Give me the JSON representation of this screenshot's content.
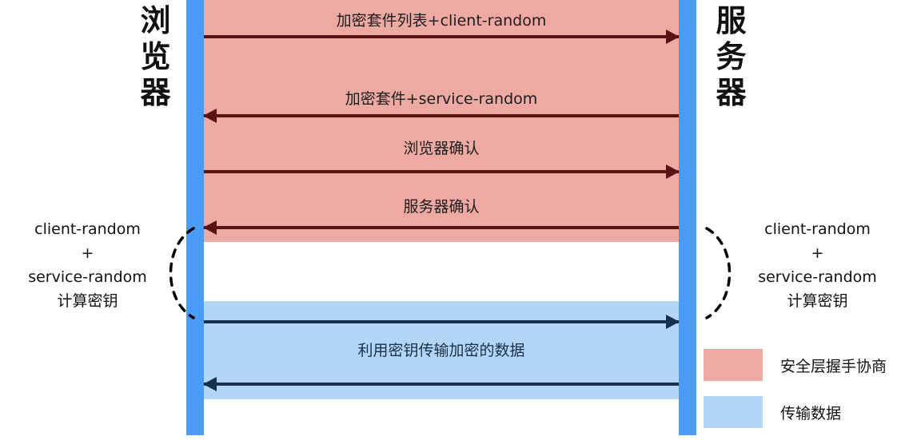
{
  "diagram": {
    "title": "HTTPS / TLS handshake sequence diagram",
    "parties": {
      "left": "浏览器",
      "right": "服务器"
    },
    "bands": [
      {
        "key": "handshake",
        "color": "#eda9a2",
        "label": "安全层握手协商"
      },
      {
        "key": "transfer",
        "color": "#b3d6f7",
        "label": "传输数据"
      }
    ],
    "lifeline_color": "#4b9cf7",
    "messages": [
      {
        "id": "m1",
        "text": "加密套件列表+client-random",
        "direction": "right",
        "phase": "handshake"
      },
      {
        "id": "m2",
        "text": "加密套件+service-random",
        "direction": "left",
        "phase": "handshake"
      },
      {
        "id": "m3",
        "text": "浏览器确认",
        "direction": "right",
        "phase": "handshake"
      },
      {
        "id": "m4",
        "text": "服务器确认",
        "direction": "left",
        "phase": "handshake"
      },
      {
        "id": "m5",
        "text": "利用密钥传输加密的数据",
        "direction": "right",
        "phase": "transfer"
      },
      {
        "id": "m6",
        "text": "",
        "direction": "left",
        "phase": "transfer"
      }
    ],
    "arrow_colors": {
      "handshake": "#5c1212",
      "transfer": "#16304d"
    },
    "notes": {
      "left": {
        "line1": "client-random",
        "line2": "+",
        "line3": "service-random",
        "line4": "计算密钥"
      },
      "right": {
        "line1": "client-random",
        "line2": "+",
        "line3": "service-random",
        "line4": "计算密钥"
      }
    },
    "legend": [
      {
        "color": "#eda9a2",
        "label": "安全层握手协商"
      },
      {
        "color": "#b3d6f7",
        "label": "传输数据"
      }
    ]
  }
}
